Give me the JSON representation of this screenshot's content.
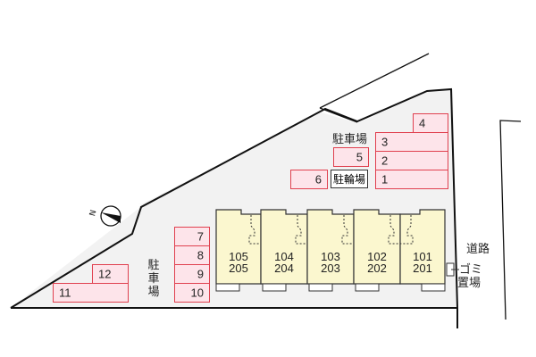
{
  "map": {
    "colors": {
      "lot_fill": "#f2f2f2",
      "lot_border": "#111111",
      "slot_fill": "#fde4ea",
      "slot_border": "#e0404f",
      "building_fill": "#fbf7cf",
      "building_border": "#333333"
    },
    "compass": {
      "label": "N",
      "icon": "north-arrow-icon"
    },
    "labels": {
      "parking_top": "駐車場",
      "parking_left": [
        "駐",
        "車",
        "場"
      ],
      "bicycle_parking": "駐輪場",
      "road": "道路",
      "garbage": [
        "ゴミ",
        "置場"
      ]
    },
    "parking_slots": [
      {
        "id": "1",
        "label": "1"
      },
      {
        "id": "2",
        "label": "2"
      },
      {
        "id": "3",
        "label": "3"
      },
      {
        "id": "4",
        "label": "4"
      },
      {
        "id": "5",
        "label": "5"
      },
      {
        "id": "6",
        "label": "6"
      },
      {
        "id": "7",
        "label": "7"
      },
      {
        "id": "8",
        "label": "8"
      },
      {
        "id": "9",
        "label": "9"
      },
      {
        "id": "10",
        "label": "10"
      },
      {
        "id": "11",
        "label": "11"
      },
      {
        "id": "12",
        "label": "12"
      }
    ],
    "units": [
      {
        "lower": "105",
        "upper": "205"
      },
      {
        "lower": "104",
        "upper": "204"
      },
      {
        "lower": "103",
        "upper": "203"
      },
      {
        "lower": "102",
        "upper": "202"
      },
      {
        "lower": "101",
        "upper": "201"
      }
    ]
  }
}
